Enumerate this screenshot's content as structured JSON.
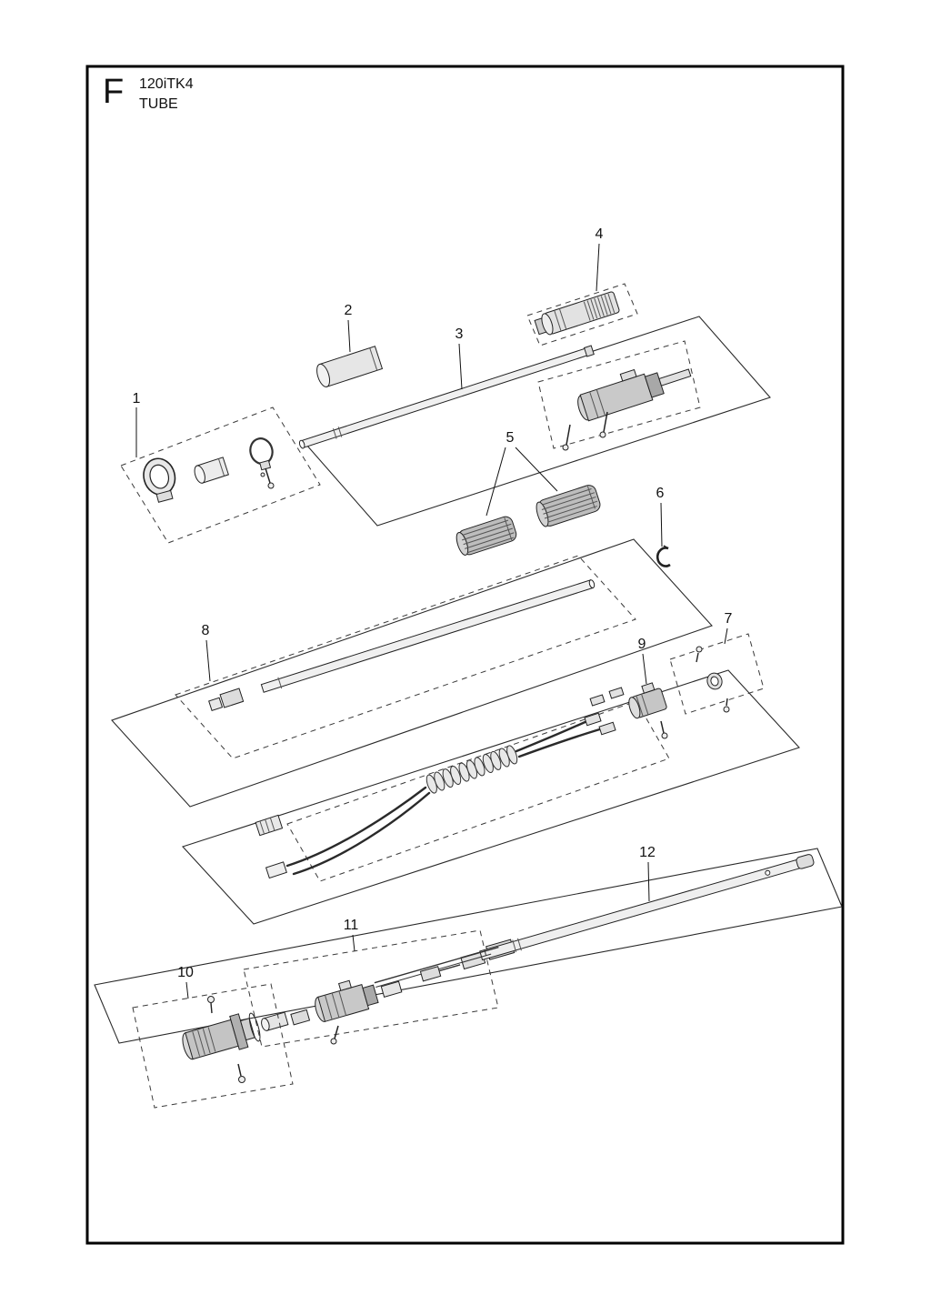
{
  "title_block": {
    "figure_letter": "F",
    "model": "120iTK4",
    "section": "TUBE"
  },
  "callouts": {
    "c1": "1",
    "c2": "2",
    "c3": "3",
    "c4": "4",
    "c5": "5",
    "c6": "6",
    "c7": "7",
    "c8": "8",
    "c9": "9",
    "c10": "10",
    "c11": "11",
    "c12": "12"
  },
  "colors": {
    "ink": "#111111",
    "paper": "#ffffff"
  }
}
